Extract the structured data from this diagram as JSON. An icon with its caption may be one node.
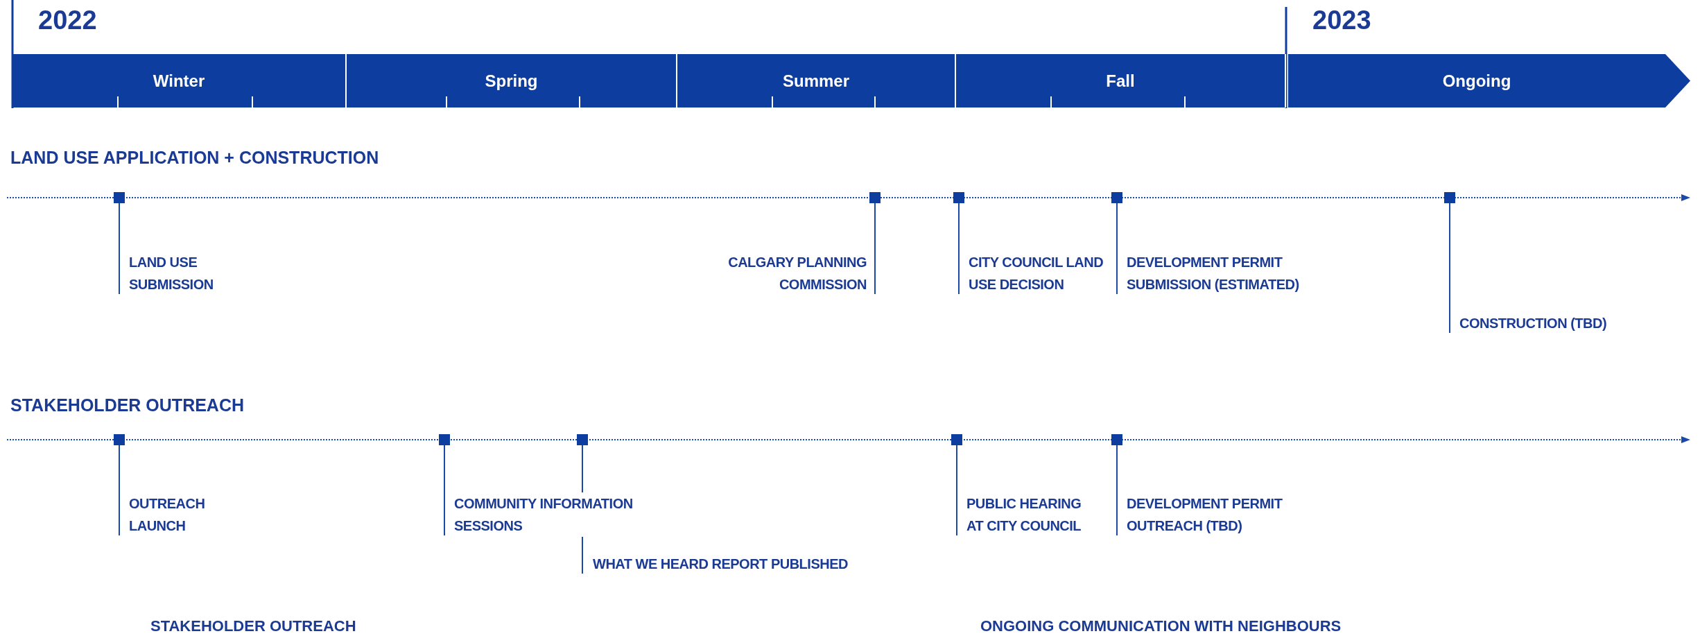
{
  "diagram": {
    "nodes": [
      {
        "text": [
          "Winter"
        ]
      },
      {
        "text": [
          "Spring"
        ]
      },
      {
        "text": [
          "Summer"
        ]
      },
      {
        "text": [
          "Fall"
        ]
      },
      {
        "text": [
          "Ongoing"
        ]
      },
      {
        "text": [],
        "shape": "box"
      },
      {
        "text": [
          "LAND USE SUBMISSION"
        ]
      },
      {
        "text": [],
        "shape": "box"
      },
      {
        "text": [
          "CALGARY PLANNING COMMISSION"
        ]
      },
      {
        "text": [],
        "shape": "box"
      },
      {
        "text": [
          "CITY COUNCIL LAND USE DECISION"
        ]
      },
      {
        "text": [],
        "shape": "box"
      },
      {
        "text": [
          "DEVELOPMENT PERMIT SUBMISSION (ESTIMATED)"
        ]
      },
      {
        "text": [],
        "shape": "box"
      },
      {
        "text": [
          "CONSTRUCTION (TBD)"
        ]
      },
      {
        "text": [],
        "shape": "box"
      },
      {
        "text": [
          "OUTREACH LAUNCH"
        ]
      },
      {
        "text": [],
        "shape": "box"
      },
      {
        "text": [
          "COMMUNITY INFORMATION SESSIONS"
        ]
      },
      {
        "text": [],
        "shape": "box"
      },
      {
        "text": [
          "WHAT WE HEARD REPORT PUBLISHED"
        ]
      },
      {
        "text": [],
        "shape": "box"
      },
      {
        "text": [
          "PUBLIC HEARING AT CITY COUNCIL"
        ]
      },
      {
        "text": [],
        "shape": "box"
      },
      {
        "text": [
          "DEVELOPMENT PERMIT OUTREACH (TBD)"
        ]
      }
    ],
    "edges": [
      {
        "from": 6,
        "to": 5,
        "arrow": "none"
      },
      {
        "from": 8,
        "to": 7,
        "arrow": "none"
      },
      {
        "from": 10,
        "to": 9,
        "arrow": "none"
      },
      {
        "from": 12,
        "to": 11,
        "arrow": "none"
      },
      {
        "from": 14,
        "to": 13,
        "arrow": "none"
      },
      {
        "from": 16,
        "to": 15,
        "arrow": "none"
      },
      {
        "from": 18,
        "to": 17,
        "arrow": "none"
      },
      {
        "from": 20,
        "to": 19,
        "arrow": "none"
      },
      {
        "from": 22,
        "to": 21,
        "arrow": "none"
      },
      {
        "from": 24,
        "to": 23,
        "arrow": "none"
      }
    ],
    "labels": [
      "2022",
      "2023",
      "LAND USE APPLICATION + CONSTRUCTION",
      "STAKEHOLDER OUTREACH",
      "STAKEHOLDER OUTREACH",
      "ONGOING COMMUNICATION WITH NEIGHBOURS"
    ]
  }
}
